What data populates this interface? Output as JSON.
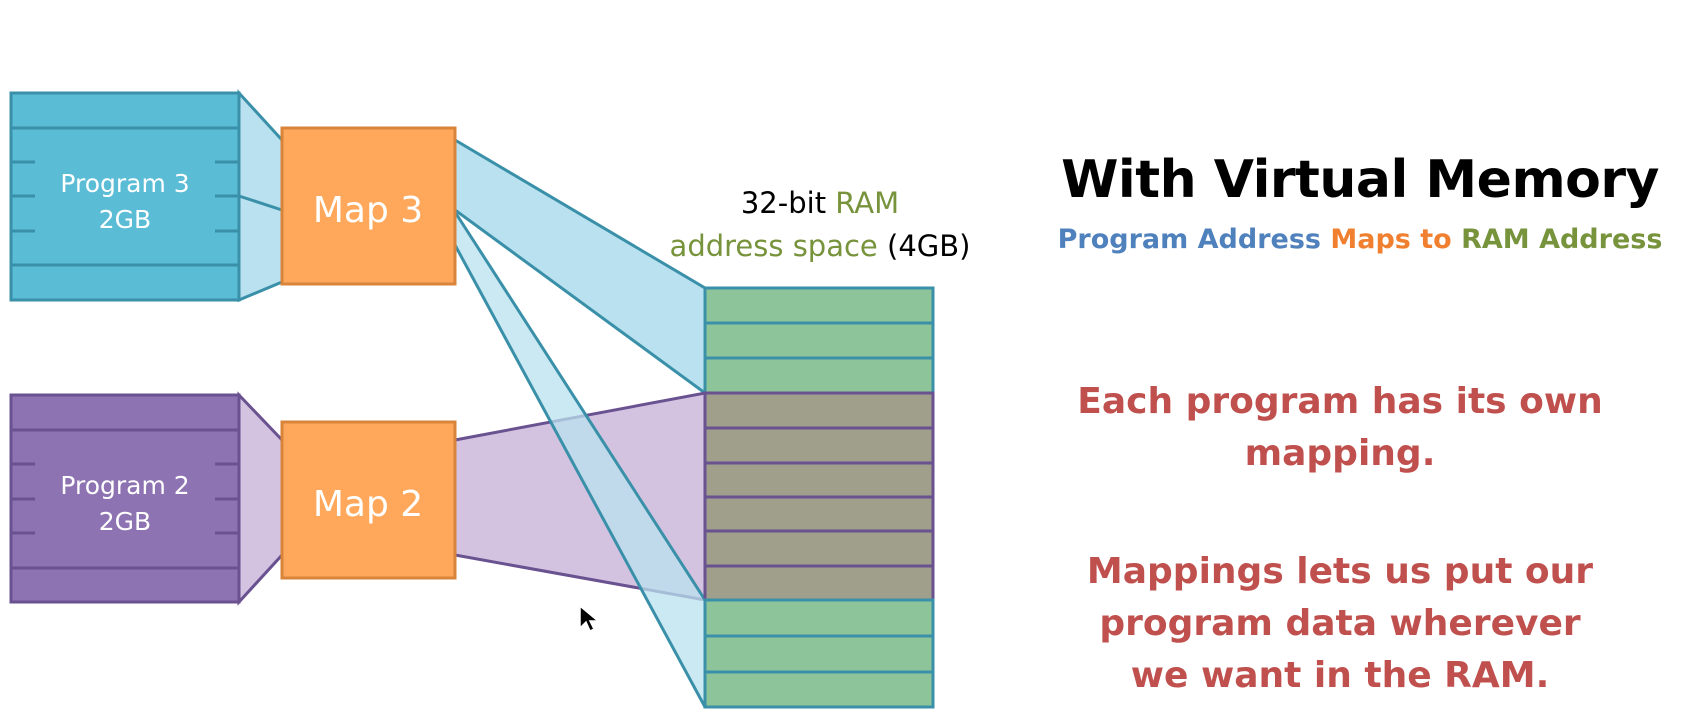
{
  "heading": "With Virtual Memory",
  "subheading": {
    "part1": "Program Address",
    "part2": "Maps to",
    "part3": "RAM Address",
    "color1": "#4f81bd",
    "color2": "#f07f2f",
    "color3": "#77933c"
  },
  "notes": [
    {
      "line1": "Each program has its own",
      "line2": "mapping."
    },
    {
      "line1": "Mappings lets us put our",
      "line2": "program data wherever",
      "line3": "we want in the RAM."
    }
  ],
  "ram_label": {
    "prefix": "32-bit",
    "ram": "RAM",
    "address_space": "address space",
    "size": "(4GB)"
  },
  "programs": [
    {
      "name": "Program 3",
      "size": "2GB",
      "color": "#5bbcd6",
      "border": "#3a90a8"
    },
    {
      "name": "Program 2",
      "size": "2GB",
      "color": "#8e73b3",
      "border": "#6a5190"
    }
  ],
  "maps": [
    {
      "label": "Map 3",
      "color": "#ffa85b",
      "border": "#d9843b"
    },
    {
      "label": "Map 2",
      "color": "#ffa85b",
      "border": "#d9843b"
    }
  ],
  "colors": {
    "ram_green": "#8ec499",
    "ram_shared": "#9f9f8c",
    "teal_border": "#3a90a8",
    "purple_border": "#6a5190",
    "teal_fill": "#b9e1ef",
    "purple_fill": "#d3c3e1",
    "note_red": "#c0504d",
    "ram_text_green": "#77933c"
  },
  "icons": {
    "cursor": "mouse-pointer-icon"
  }
}
